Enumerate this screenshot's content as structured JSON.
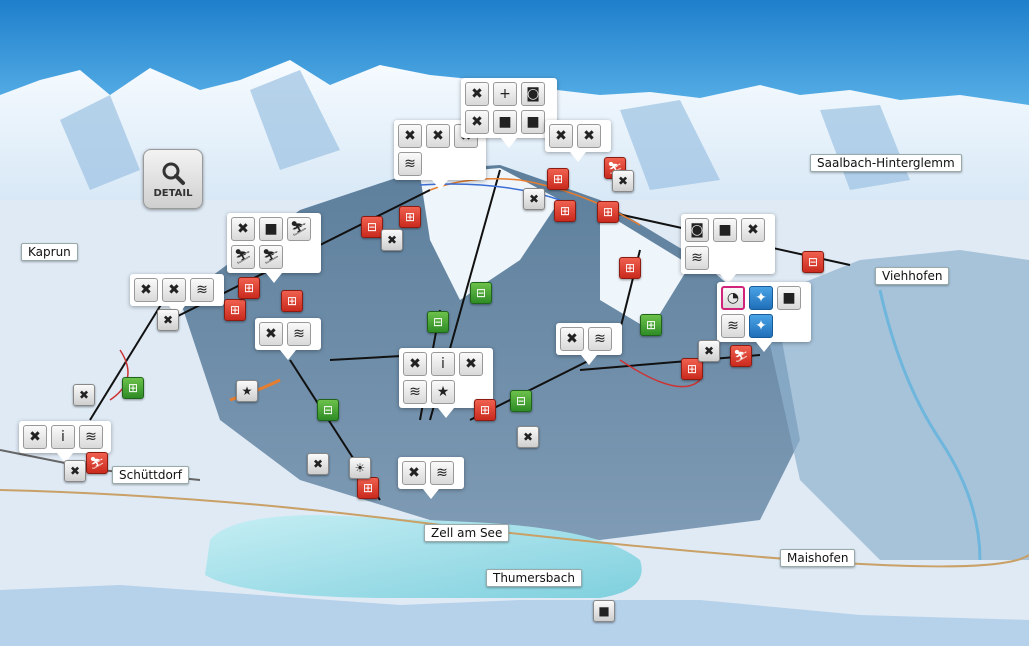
{
  "places": {
    "kaprun": "Kaprun",
    "saalbach": "Saalbach-Hinterglemm",
    "viehhofen": "Viehhofen",
    "schuettdorf": "Schüttdorf",
    "zell": "Zell am See",
    "thumersbach": "Thumersbach",
    "maishofen": "Maishofen"
  },
  "detail_button": {
    "label": "DETAIL",
    "icon": "magnifier-icon"
  },
  "icon_glyphs": {
    "restaurant": "✖",
    "info": "i",
    "wifi": "≋",
    "camera": "◙",
    "webcam": "■",
    "first-aid": "+",
    "star": "★",
    "ski": "⛷",
    "speed": "◔",
    "walker": "✦",
    "chairlift": "⊞",
    "gondola": "⊟",
    "sun": "☀"
  },
  "colors": {
    "red_lift": "#d93a2b",
    "green_lift": "#3aa030",
    "pink": "#d2237a",
    "blue": "#2a83cf"
  }
}
